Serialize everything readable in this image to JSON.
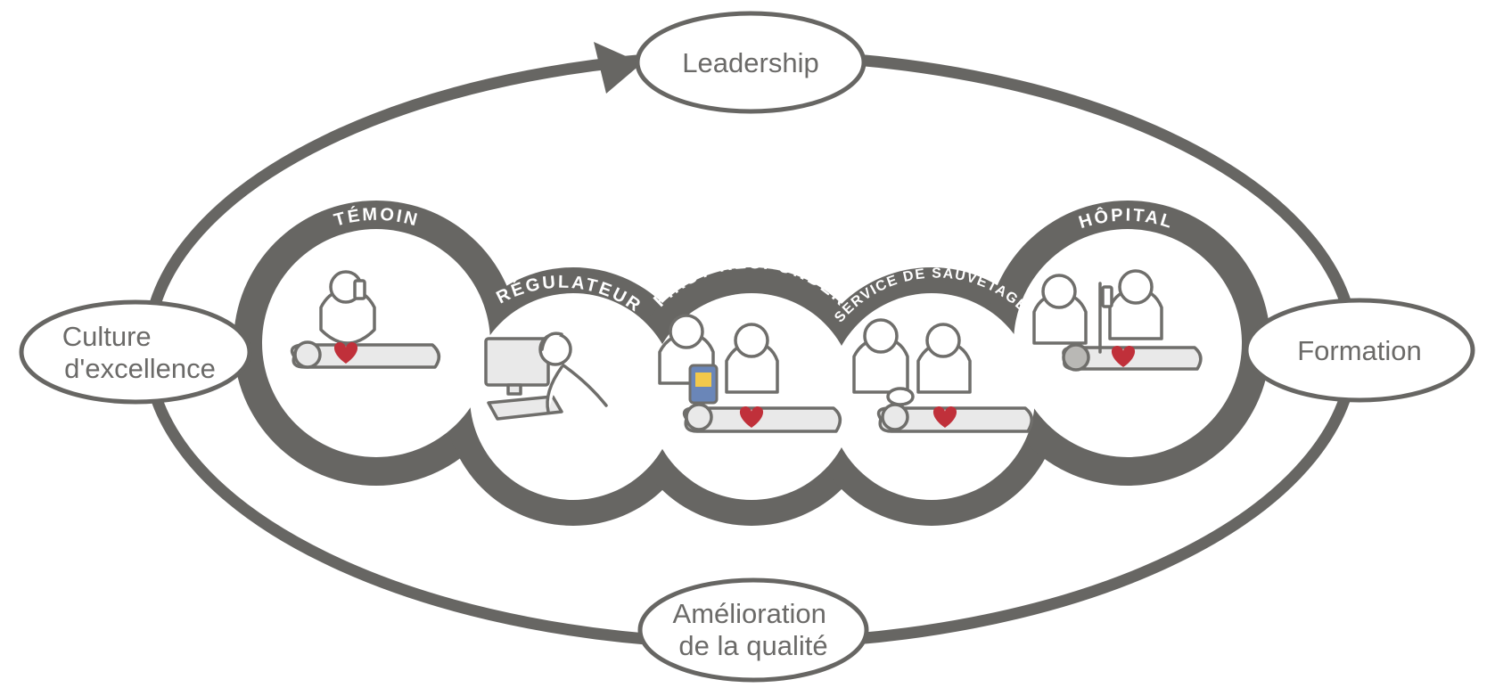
{
  "outer_nodes": {
    "top": "Leadership",
    "left_line1": "Culture",
    "left_line2": "d'excellence",
    "right": "Formation",
    "bottom_line1": "Amélioration",
    "bottom_line2": "de la qualité"
  },
  "chain": {
    "links": [
      {
        "label": "TÉMOIN",
        "icon": "bystander-cpr-icon"
      },
      {
        "label": "RÉGULATEUR",
        "icon": "dispatcher-icon"
      },
      {
        "label": "FIRST RESPONDER",
        "icon": "first-responder-aed-icon"
      },
      {
        "label": "SERVICE DE SAUVETAGE",
        "icon": "rescue-service-icon"
      },
      {
        "label": "HÔPITAL",
        "icon": "hospital-icon"
      }
    ]
  },
  "colors": {
    "ring": "#676663",
    "text": "#6b6a68",
    "heart": "#c0303a"
  }
}
